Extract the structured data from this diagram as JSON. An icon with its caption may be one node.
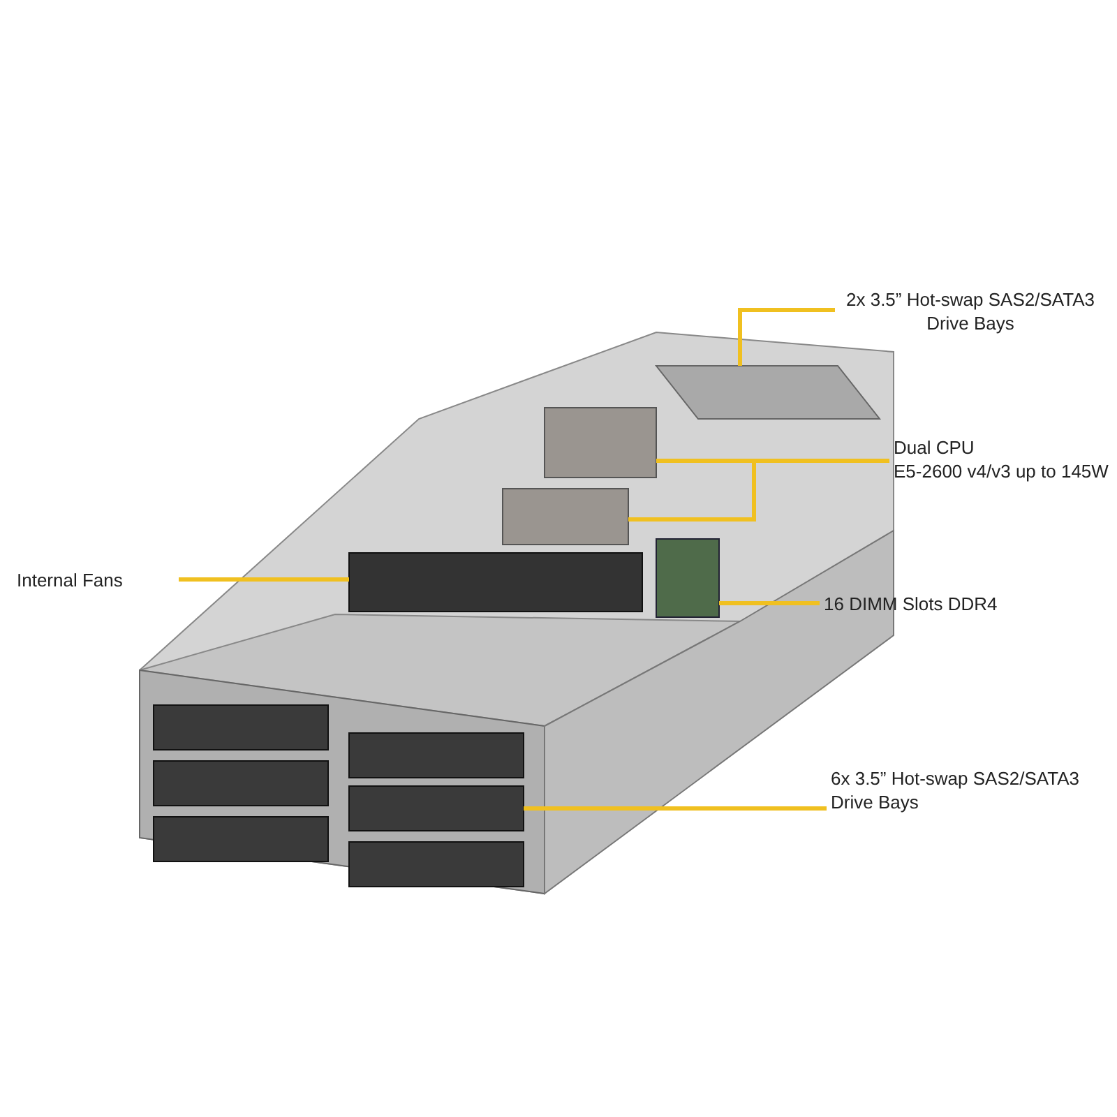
{
  "diagram": {
    "nodes": [
      {
        "text": [
          "2x 3.5” Hot-swap SAS2/SATA3 Drive Bays"
        ]
      },
      {
        "text": [
          "Dual CPU",
          "E5-2600 v4/v3 up to 145W"
        ]
      },
      {
        "text": [
          "Internal Fans"
        ]
      },
      {
        "text": [
          "16 DIMM Slots DDR4"
        ]
      },
      {
        "text": [
          "6x 3.5” Hot-swap SAS2/SATA3 Drive Bays"
        ]
      },
      {
        "text": [],
        "shape": "box"
      },
      {
        "text": [],
        "shape": "box"
      },
      {
        "text": [],
        "shape": "box"
      },
      {
        "text": [],
        "shape": "box"
      },
      {
        "text": [],
        "shape": "box"
      },
      {
        "text": [],
        "shape": "box"
      }
    ],
    "edges": [
      {
        "from": 0,
        "to": 5,
        "arrow": "none"
      },
      {
        "from": 1,
        "to": 6,
        "arrow": "none"
      },
      {
        "from": 1,
        "to": 7,
        "arrow": "none"
      },
      {
        "from": 2,
        "to": 8,
        "arrow": "none"
      },
      {
        "from": 3,
        "to": 9,
        "arrow": "none"
      },
      {
        "from": 4,
        "to": 10,
        "arrow": "none"
      }
    ]
  }
}
